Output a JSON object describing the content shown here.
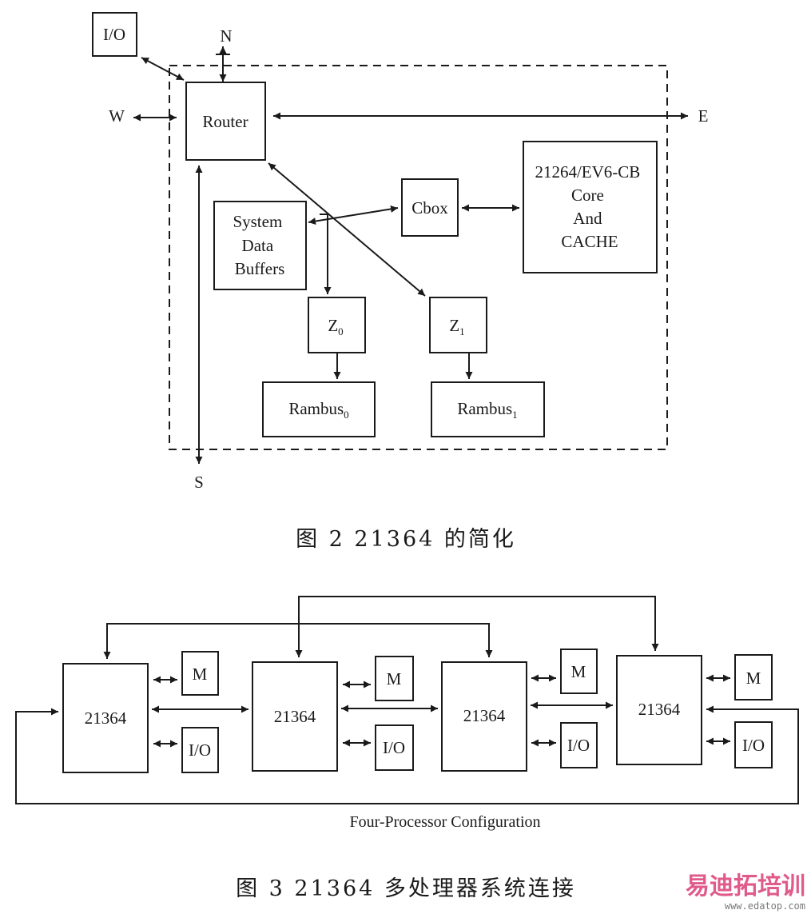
{
  "figure2": {
    "caption": "图 2  21364 的简化",
    "io": "I/O",
    "router": "Router",
    "directions": {
      "north": "N",
      "south": "S",
      "east": "E",
      "west": "W"
    },
    "buffers": [
      "System",
      "Data",
      "Buffers"
    ],
    "cbox": "Cbox",
    "core": [
      "21264/EV6-CB",
      "Core",
      "And",
      "CACHE"
    ],
    "z0": {
      "base": "Z",
      "sub": "0"
    },
    "z1": {
      "base": "Z",
      "sub": "1"
    },
    "rambus0": {
      "base": "Rambus",
      "sub": "0"
    },
    "rambus1": {
      "base": "Rambus",
      "sub": "1"
    }
  },
  "figure3": {
    "caption": "图 3  21364 多处理器系统连接",
    "subtitle": "Four-Processor Configuration",
    "processors": [
      "21364",
      "21364",
      "21364",
      "21364"
    ],
    "memory_label": "M",
    "io_label": "I/O"
  },
  "watermark": {
    "brand": "易迪拓培训",
    "url": "www.edatop.com",
    "color": "#e05a8a"
  }
}
